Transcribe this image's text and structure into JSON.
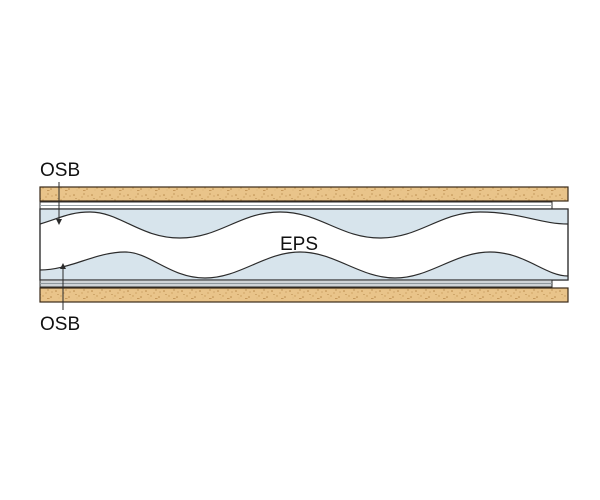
{
  "diagram": {
    "labels": {
      "osb_top": "OSB",
      "core": "EPS",
      "osb_bottom": "OSB"
    },
    "colors": {
      "osb_fill": "#e9c48a",
      "osb_speckle": "#b98a4a",
      "osb_edge": "#3a2a18",
      "eps_light_blue": "#d7e4ec",
      "eps_white": "#ffffff",
      "steel_gray": "#cfd3d6",
      "outline": "#2b2b2b"
    }
  }
}
